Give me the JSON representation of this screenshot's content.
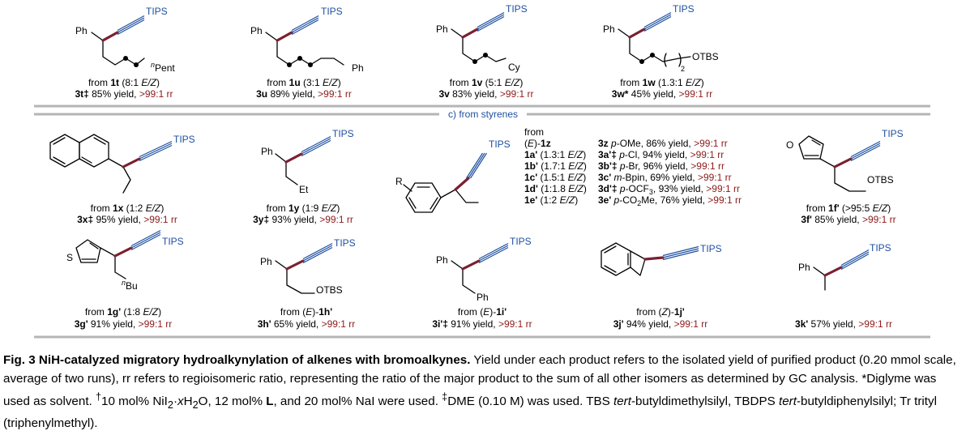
{
  "section_header": "c) from styrenes",
  "substituents": {
    "tips": "TIPS",
    "ph": "Ph",
    "pent": "Pent",
    "n_sup": "n",
    "cy": "Cy",
    "otbs": "OTBS",
    "subscript_2": "2",
    "et": "Et",
    "bu": "Bu",
    "r": "R",
    "o": "O",
    "s": "S"
  },
  "products": {
    "t1": {
      "from": "from ",
      "code": "1t",
      "ratio_open": " (8:1 ",
      "ez": "E/Z",
      "ratio_close": ")",
      "product": "3t‡",
      "yield": " 85% yield, ",
      "rr": ">99:1 rr"
    },
    "u1": {
      "from": "from ",
      "code": "1u",
      "ratio_open": " (3:1 ",
      "ez": "E/Z",
      "ratio_close": ")",
      "product": "3u",
      "yield": " 89% yield, ",
      "rr": ">99:1 rr"
    },
    "v1": {
      "from": "from ",
      "code": "1v",
      "ratio_open": " (5:1 ",
      "ez": "E/Z",
      "ratio_close": ")",
      "product": "3v",
      "yield": " 83% yield, ",
      "rr": ">99:1 rr"
    },
    "w1": {
      "from": "from ",
      "code": "1w",
      "ratio_open": " (1.3:1 ",
      "ez": "E/Z",
      "ratio_close": ")",
      "product": "3w*",
      "yield": " 45% yield, ",
      "rr": ">99:1 rr"
    },
    "x1": {
      "from": "from ",
      "code": "1x",
      "ratio_open": " (1:2 ",
      "ez": "E/Z",
      "ratio_close": ")",
      "product": "3x‡",
      "yield": " 95% yield, ",
      "rr": ">99:1 rr"
    },
    "y1": {
      "from": "from ",
      "code": "1y",
      "ratio_open": " (1:9 ",
      "ez": "E/Z",
      "ratio_close": ")",
      "product": "3y‡",
      "yield": " 93% yield, ",
      "rr": ">99:1 rr"
    },
    "f1": {
      "from": "from ",
      "code": "1f'",
      "ratio_open": " (>95:5 ",
      "ez": "E/Z",
      "ratio_close": ")",
      "product": "3f'",
      "yield": " 85% yield, ",
      "rr": ">99:1 rr"
    },
    "g1": {
      "from": "from ",
      "code": "1g'",
      "ratio_open": " (1:8 ",
      "ez": "E/Z",
      "ratio_close": ")",
      "product": "3g'",
      "yield": " 91% yield, ",
      "rr": ">99:1 rr"
    },
    "h1": {
      "from": "from (",
      "iso": "E",
      "close": ")-",
      "code": "1h'",
      "product": "3h'",
      "yield": " 65% yield, ",
      "rr": ">99:1 rr"
    },
    "i1": {
      "from": "from (",
      "iso": "E",
      "close": ")-",
      "code": "1i'",
      "product": "3i'‡",
      "yield": " 91% yield, ",
      "rr": ">99:1 rr"
    },
    "j1": {
      "from": "from (",
      "iso": "Z",
      "close": ")-",
      "code": "1j'",
      "product": "3j'",
      "yield": " 94% yield, ",
      "rr": ">99:1 rr"
    },
    "k1": {
      "product": "3k'",
      "yield": " 57% yield, ",
      "rr": ">99:1 rr"
    }
  },
  "styrene_table": {
    "from_label": "from",
    "iso_open": "(",
    "iso": "E",
    "iso_close": ")-",
    "rows": [
      {
        "code": "1z",
        "ratio": "",
        "ez": "",
        "product": "3z",
        "sub_pre": "p",
        "sub": "-OMe",
        "sub3": "",
        "sub_post": "",
        "yield": ", 86% yield, ",
        "rr": ">99:1 rr"
      },
      {
        "code": "1a'",
        "ratio": " (1.3:1 ",
        "ez": "E/Z",
        "product": "3a'‡",
        "sub_pre": "p",
        "sub": "-Cl",
        "sub3": "",
        "sub_post": "",
        "yield": ", 94% yield, ",
        "rr": ">99:1 rr"
      },
      {
        "code": "1b'",
        "ratio": " (1.7:1 ",
        "ez": "E/Z",
        "product": "3b'‡",
        "sub_pre": "p",
        "sub": "-Br",
        "sub3": "",
        "sub_post": "",
        "yield": ", 96% yield, ",
        "rr": ">99:1 rr"
      },
      {
        "code": "1c'",
        "ratio": " (1.5:1 ",
        "ez": "E/Z",
        "product": "3c'",
        "sub_pre": "m",
        "sub": "-Bpin",
        "sub3": "",
        "sub_post": "",
        "yield": ", 69% yield, ",
        "rr": ">99:1 rr"
      },
      {
        "code": "1d'",
        "ratio": " (1:1.8 ",
        "ez": "E/Z",
        "product": "3d'‡",
        "sub_pre": "p",
        "sub": "-OCF",
        "sub3": "3",
        "sub_post": "",
        "yield": ", 93% yield, ",
        "rr": ">99:1 rr"
      },
      {
        "code": "1e'",
        "ratio": " (1:2 ",
        "ez": "E/Z",
        "product": "3e'",
        "sub_pre": "p",
        "sub": "-CO",
        "sub3": "2",
        "sub_post": "Me",
        "yield": ", 76% yield, ",
        "rr": ">99:1 rr"
      }
    ]
  },
  "caption": {
    "title": "Fig. 3 NiH-catalyzed migratory hydroalkynylation of alkenes with bromoalkynes.",
    "s1": " Yield under each product refers to the isolated yield of purified product (0.20 mmol scale, average of two runs), rr refers to regioisomeric ratio, representing the ratio of the major product to the sum of all other isomers as determined by GC analysis. *Diglyme was used as solvent. ",
    "dagger": "†",
    "s2": "10 mol% NiI",
    "sub2": "2",
    "s3": "·",
    "x": "x",
    "s4": "H",
    "sub2b": "2",
    "s5": "O, 12 mol% ",
    "L": "L",
    "s6": ", and 20 mol% NaI were used. ",
    "ddagger": "‡",
    "s7": "DME (0.10 M) was used. TBS ",
    "tbs": "tert",
    "s8": "-butyldimethylsilyl, TBDPS ",
    "tbdps": "tert",
    "s9": "-butyldiphenylsilyl; Tr trityl (triphenylmethyl)."
  }
}
